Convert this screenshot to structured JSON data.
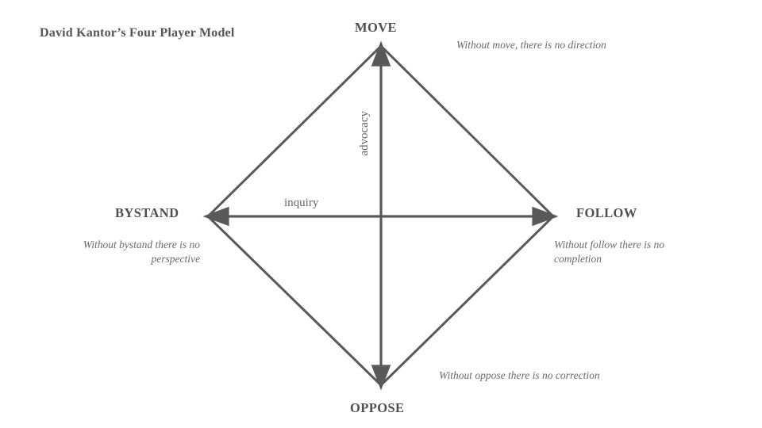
{
  "page": {
    "title": "David Kantor’s Four Player Model",
    "background_color": "#ffffff",
    "line_color": "#595959",
    "label_color": "#4f4f4f",
    "note_color": "#6a6a6a"
  },
  "diagram": {
    "type": "four-quadrant-diamond",
    "vertices": [
      {
        "key": "move",
        "label": "MOVE",
        "position": "top",
        "note": "Without move, there is no direction"
      },
      {
        "key": "follow",
        "label": "FOLLOW",
        "position": "right",
        "note": "Without follow there is no completion"
      },
      {
        "key": "oppose",
        "label": "OPPOSE",
        "position": "bottom",
        "note": "Without oppose there is no correction"
      },
      {
        "key": "bystand",
        "label": "BYSTAND",
        "position": "left",
        "note": "Without bystand there is no perspective"
      }
    ],
    "axes": [
      {
        "key": "advocacy",
        "label": "advocacy",
        "orientation": "vertical",
        "arrows": "both"
      },
      {
        "key": "inquiry",
        "label": "inquiry",
        "orientation": "horizontal",
        "arrows": "both"
      }
    ]
  }
}
